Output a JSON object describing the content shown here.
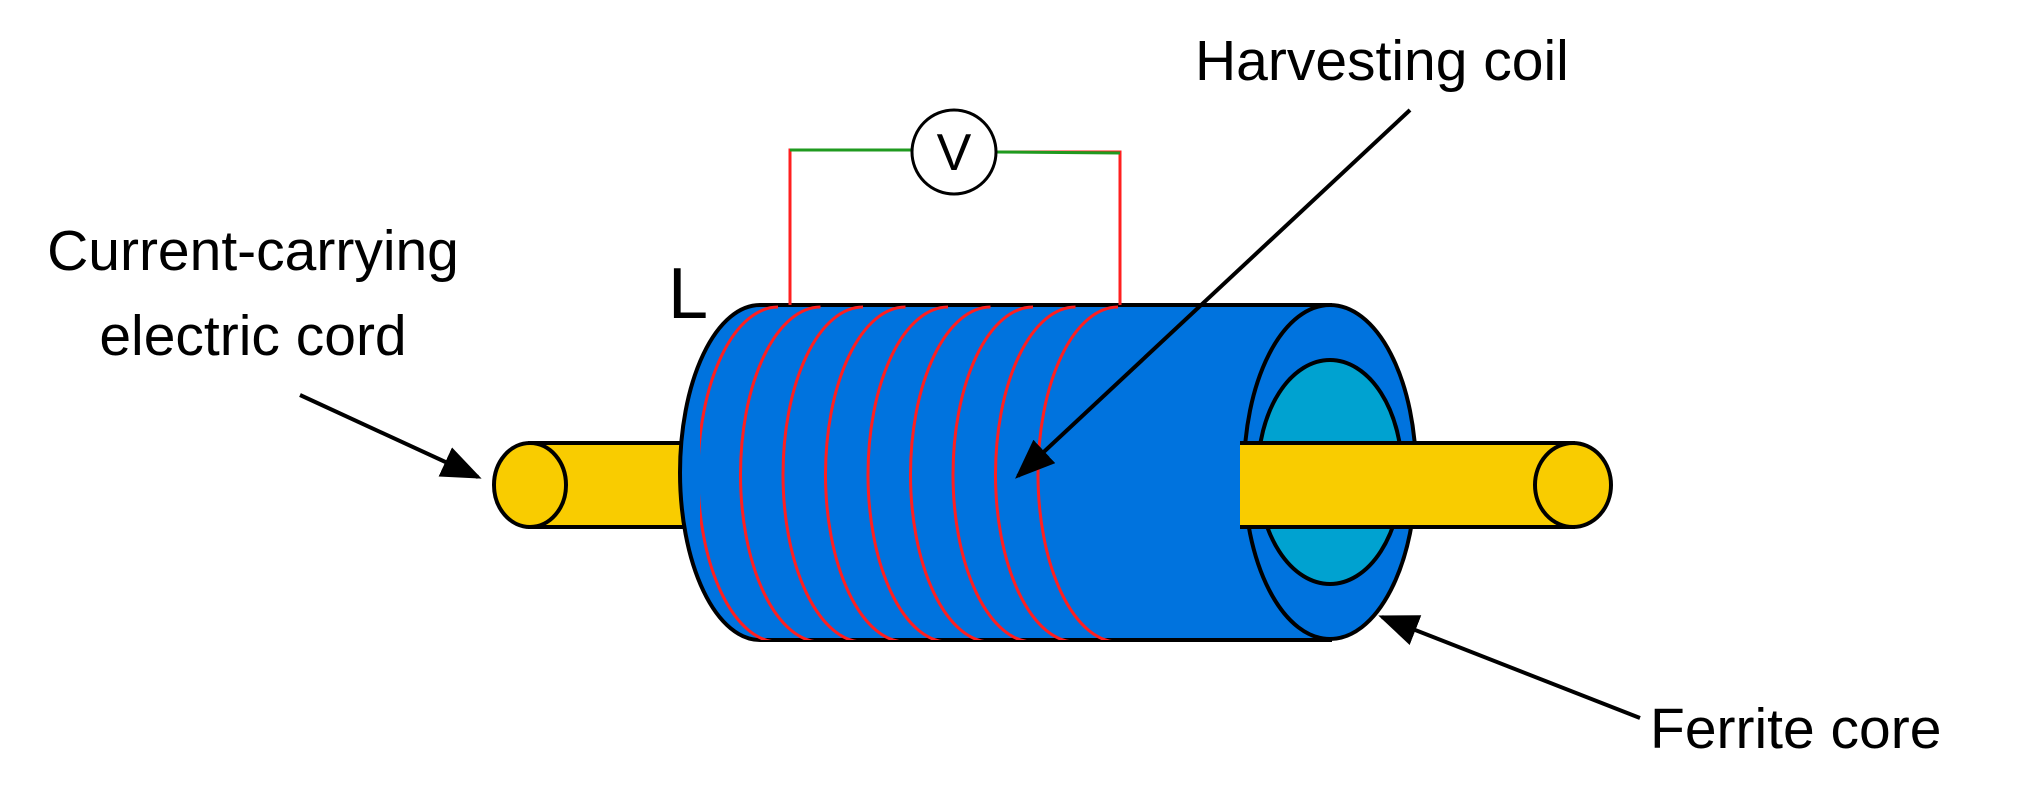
{
  "labels": {
    "cord_line1": "Current-carrying",
    "cord_line2": "electric cord",
    "inductance": "L",
    "coil": "Harvesting coil",
    "core": "Ferrite core",
    "voltmeter": "V"
  },
  "colors": {
    "core_blue": "#0073de",
    "core_inner": "#00a2d0",
    "cord_yellow": "#f9cc00",
    "coil_red": "#ff1f1f",
    "wire_green": "#1f9a1f",
    "outline": "#000000"
  },
  "coil": {
    "turns": 9
  }
}
